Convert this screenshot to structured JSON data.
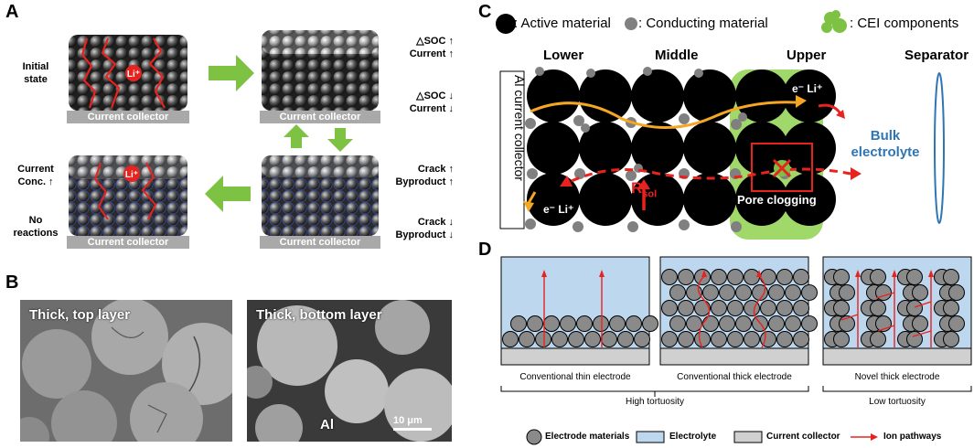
{
  "panel_letters": {
    "a": "A",
    "b": "B",
    "c": "C",
    "d": "D"
  },
  "panel_a": {
    "left_labels": {
      "initial": "Initial\nstate",
      "current_conc": "Current\nConc. ↑",
      "no_reactions": "No\nreactions"
    },
    "right_labels": {
      "soc_up": "△SOC ↑\nCurrent ↑",
      "soc_down": "△SOC ↓\nCurrent ↓",
      "crack_up": "Crack ↑\nByproduct ↑",
      "crack_down": "Crack ↓\nByproduct ↓"
    },
    "collector": "Current collector",
    "li": "Li⁺"
  },
  "panel_b": {
    "left_label": "Thick, top layer",
    "right_label": "Thick, bottom layer",
    "al": "Al",
    "scale": "10 μm"
  },
  "panel_c": {
    "legend": {
      "active": ": Active material",
      "conducting": ": Conducting material",
      "cei": ": CEI components"
    },
    "columns": {
      "lower": "Lower",
      "middle": "Middle",
      "upper": "Upper",
      "separator": "Separator"
    },
    "al_collector": "Al current collector",
    "bulk_electrolyte": "Bulk\nelectrolyte",
    "pore_clogging": "Pore clogging",
    "rsol": "R",
    "rsol_sub": "sol",
    "e_li_top": "e⁻ Li⁺",
    "e_li_bottom": "e⁻ Li⁺",
    "colors": {
      "active": "#000000",
      "conducting": "#808080",
      "cei": "#7dc243",
      "arrow_orange": "#f5a623",
      "arrow_red": "#e8231f",
      "bulk_blue": "#2e75b6"
    }
  },
  "panel_d": {
    "captions": {
      "thin": "Conventional thin electrode",
      "thick": "Conventional thick electrode",
      "novel": "Novel thick electrode"
    },
    "tortuosity": {
      "high": "High tortuosity",
      "low": "Low tortuosity"
    },
    "legend": {
      "materials": "Electrode materials",
      "electrolyte": "Electrolyte",
      "collector": "Current collector",
      "ion": "Ion pathways"
    },
    "colors": {
      "electrolyte": "#bdd7ee",
      "particle": "#8a8a8a",
      "collector": "#d0d0d0",
      "ion": "#e8231f"
    }
  }
}
